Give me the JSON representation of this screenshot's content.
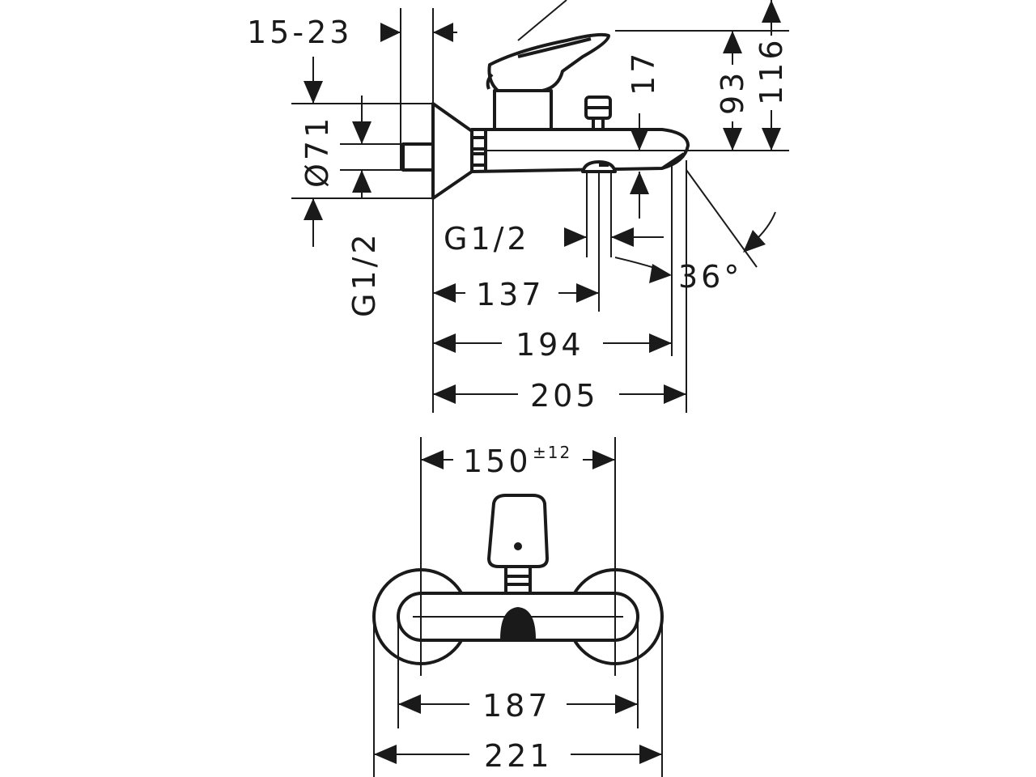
{
  "side_view": {
    "dims": {
      "wall_depth": "15-23",
      "rosette_diameter": "Ø71",
      "inlet_thread": "G1/2",
      "outlet_thread": "G1/2",
      "spout_height": "17",
      "handle_height": "93",
      "total_height": "116",
      "angle": "36°",
      "outlet_distance": "137",
      "spout_projection": "194",
      "total_projection": "205"
    }
  },
  "front_view": {
    "dims": {
      "center_distance": "150",
      "center_distance_tolerance": "±12",
      "body_width": "187",
      "total_width": "221"
    }
  },
  "colors": {
    "line": "#1a1a1a",
    "background": "#ffffff"
  }
}
